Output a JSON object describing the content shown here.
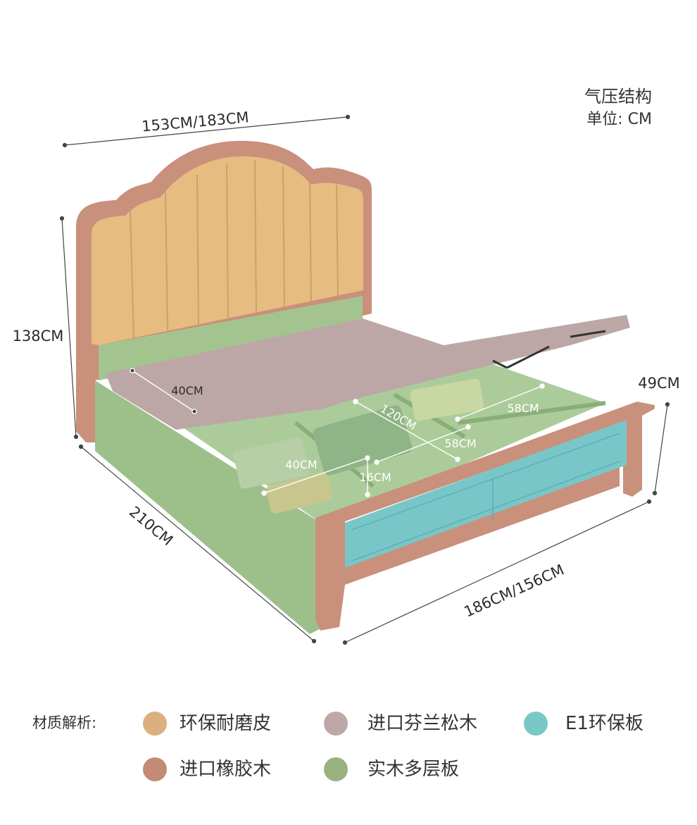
{
  "header": {
    "title": "气压结构",
    "unit": "单位: CM"
  },
  "dimensions": {
    "headboard_width": "153CM/183CM",
    "total_height": "138CM",
    "length": "210CM",
    "footboard_height": "49CM",
    "base_width": "186CM/156CM",
    "head_panel_depth": "40CM",
    "center_span": "120CM",
    "right_compartment_top": "58CM",
    "right_compartment_bottom": "58CM",
    "left_compartment": "40CM",
    "divider": "16CM"
  },
  "legend": {
    "title": "材质解析:",
    "items": [
      {
        "label": "环保耐磨皮",
        "color": "#D9B07E"
      },
      {
        "label": "进口芬兰松木",
        "color": "#BEA8A7"
      },
      {
        "label": "E1环保板",
        "color": "#78C8C8"
      },
      {
        "label": "进口橡胶木",
        "color": "#C38A75"
      },
      {
        "label": "实木多层板",
        "color": "#97B27F"
      }
    ]
  },
  "colors": {
    "leather": "#E3B97E",
    "frame_wood": "#C9907C",
    "multilayer_board": "#9DC08A",
    "pine_board": "#BCA7A6",
    "e1_panel": "#79C6C9"
  }
}
